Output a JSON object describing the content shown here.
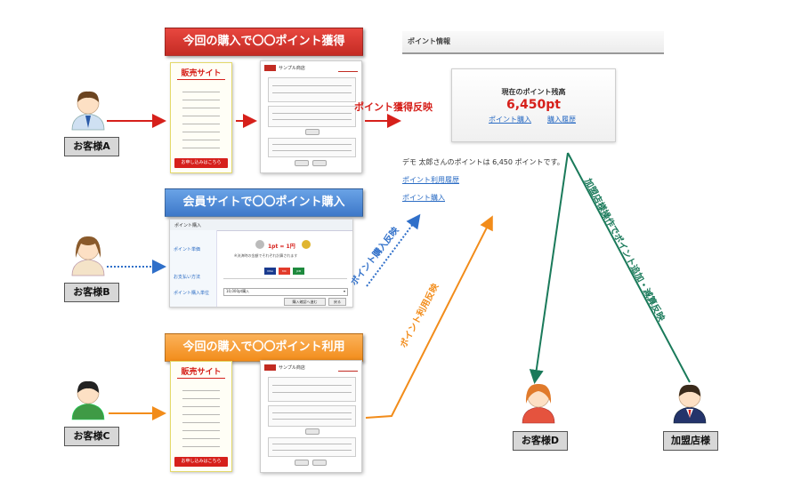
{
  "banners": {
    "red": "今回の購入で〇〇ポイント獲得",
    "blue": "会員サイトで〇〇ポイント購入",
    "orange": "今回の購入で〇〇ポイント利用"
  },
  "customers": {
    "a": "お客様A",
    "b": "お客様B",
    "c": "お客様C",
    "d": "お客様D",
    "franchise": "加盟店様"
  },
  "shop_mock": {
    "title": "販売サイト",
    "button": "お申し込みはこちら"
  },
  "form_mock": {
    "header": "サンプル商店"
  },
  "member_mock": {
    "title": "ポイント購入",
    "row1_label": "ポイント単価",
    "rate": "1pt = 1円",
    "note": "※決済時の金額でそれぞれ計算されます",
    "row2_label": "お支払い方法",
    "cards": [
      "VISA",
      "MC",
      "JCB"
    ],
    "row3_label": "ポイント購入単位",
    "select_value": "10,000pt購入",
    "confirm_btn": "購入確認へ進む",
    "back_btn": "戻る"
  },
  "point_panel": {
    "header": "ポイント情報",
    "current_label": "現在のポイント残高",
    "current_value": "6,450pt",
    "link_buy": "ポイント購入",
    "link_history": "購入履歴",
    "summary": "デモ 太郎さんのポイントは 6,450 ポイントです。",
    "link_usage": "ポイント利用履歴",
    "link_buy2": "ポイント購入"
  },
  "arrow_labels": {
    "earn": "ポイント獲得反映",
    "buy": "ポイント購入反映",
    "use": "ポイント利用反映",
    "franchise": "加盟店様操作でポイント追加・減算反映"
  },
  "colors": {
    "red": "#d6201b",
    "blue": "#3d78c9",
    "orange": "#f28c1a",
    "green": "#1a7a5a"
  }
}
